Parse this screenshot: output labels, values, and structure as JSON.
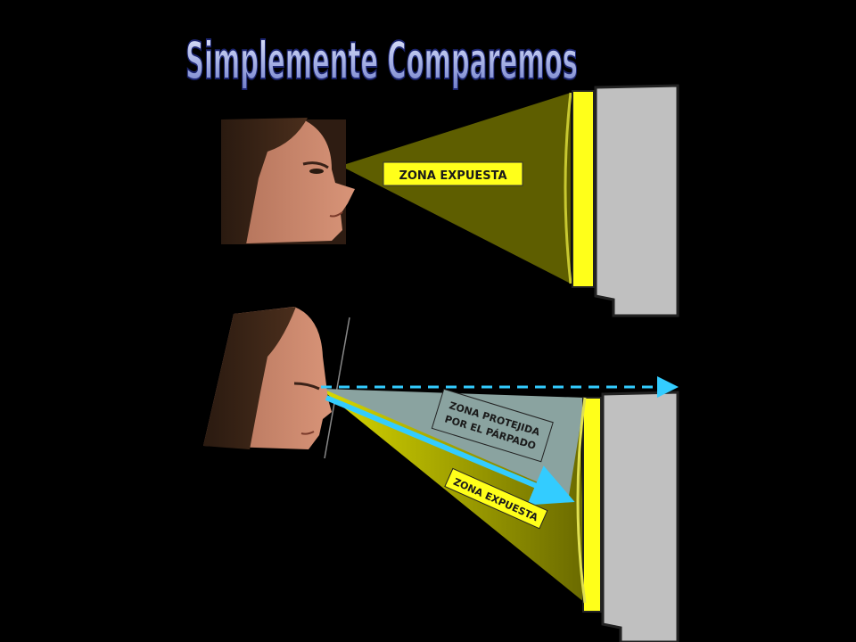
{
  "slide": {
    "title": "Simplemente Comparemos",
    "panel_top": {
      "label_exposed": "ZONA EXPUESTA"
    },
    "panel_bottom": {
      "label_protected_line1": "ZONA PROTEJIDA",
      "label_protected_line2": "POR EL PÁRPADO",
      "label_exposed": "ZONA EXPUESTA"
    }
  },
  "colors": {
    "background": "#000000",
    "cone_olive": "#5a5a00",
    "cone_olive_light": "#9a9a10",
    "lens_yellow": "#ffff1a",
    "wall_gray": "#c0c0c0",
    "protected_zone": "#8aa3a0",
    "arrow_cyan": "#33ccff",
    "title_blue": "#aab4e8",
    "label_text": "#1a1a1a"
  }
}
